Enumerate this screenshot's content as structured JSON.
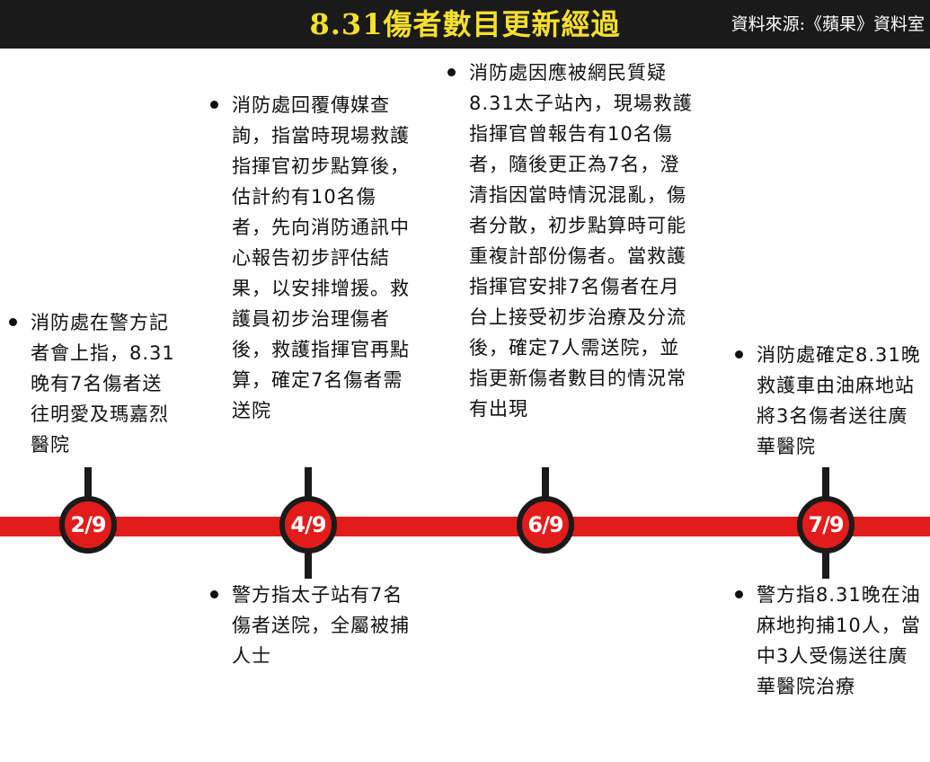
{
  "header": {
    "title": "8.31傷者數目更新經過",
    "source": "資料來源:《蘋果》資料室"
  },
  "colors": {
    "timeline": "#e21b1b",
    "title": "#f5df2e",
    "header_bg": "#1a1a1a"
  },
  "timeline": {
    "events": [
      {
        "date": "2/9",
        "above": "消防處在警方記者會上指，8.31晚有7名傷者送往明愛及瑪嘉烈醫院",
        "below": ""
      },
      {
        "date": "4/9",
        "above": "消防處回覆傳媒查詢，指當時現場救護指揮官初步點算後，估計約有10名傷者，先向消防通訊中心報告初步評估結果，以安排增援。救護員初步治理傷者後，救護指揮官再點算，確定7名傷者需送院",
        "below": "警方指太子站有7名傷者送院，全屬被捕人士"
      },
      {
        "date": "6/9",
        "above": "消防處因應被網民質疑8.31太子站內，現場救護指揮官曾報告有10名傷者，隨後更正為7名，澄清指因當時情況混亂，傷者分散，初步點算時可能重複計部份傷者。當救護指揮官安排7名傷者在月台上接受初步治療及分流後，確定7人需送院，並指更新傷者數目的情況常有出現",
        "below": ""
      },
      {
        "date": "7/9",
        "above": "消防處確定8.31晚救護車由油麻地站將3名傷者送往廣華醫院",
        "below": "警方指8.31晚在油麻地拘捕10人，當中3人受傷送往廣華醫院治療"
      }
    ]
  }
}
